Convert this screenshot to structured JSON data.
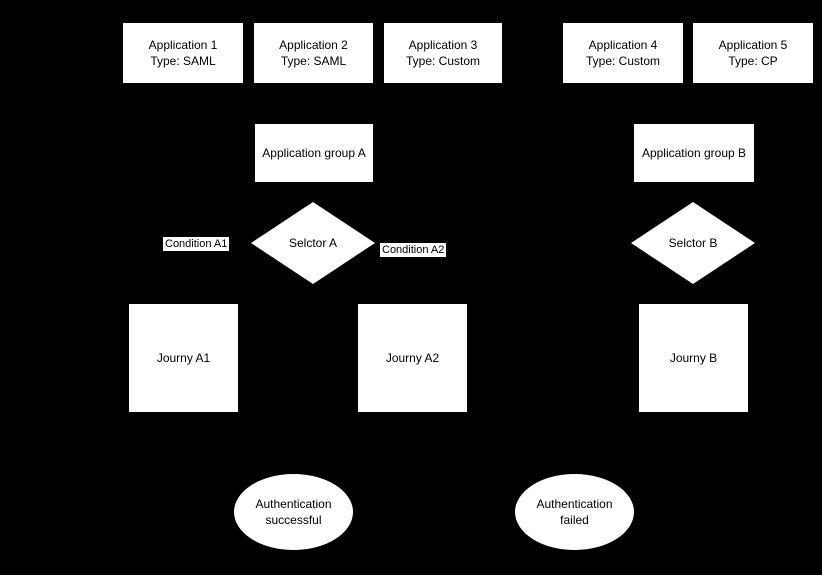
{
  "canvas": {
    "background": "#000000",
    "node_fill": "#ffffff",
    "text_color": "#000000"
  },
  "applications": [
    {
      "name": "Application 1",
      "type": "Type: SAML"
    },
    {
      "name": "Application 2",
      "type": "Type: SAML"
    },
    {
      "name": "Application 3",
      "type": "Type: Custom"
    },
    {
      "name": "Application 4",
      "type": "Type: Custom"
    },
    {
      "name": "Application 5",
      "type": "Type: CP"
    }
  ],
  "groups": [
    {
      "label": "Application group A"
    },
    {
      "label": "Application group B"
    }
  ],
  "selectors": [
    {
      "label": "Selctor A"
    },
    {
      "label": "Selctor B"
    }
  ],
  "conditions": [
    {
      "label": "Condition A1"
    },
    {
      "label": "Condition A2"
    }
  ],
  "journeys": [
    {
      "label": "Journy A1"
    },
    {
      "label": "Journy A2"
    },
    {
      "label": "Journy B"
    }
  ],
  "outcomes": [
    {
      "label": "Authentication successful"
    },
    {
      "label": "Authentication failed"
    }
  ]
}
